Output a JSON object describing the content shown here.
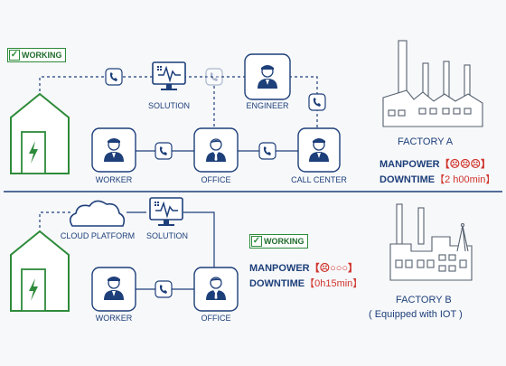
{
  "factory_a": {
    "status": "WORKING",
    "nodes": {
      "solution": "SOLUTION",
      "engineer": "ENGINEER",
      "worker": "WORKER",
      "office": "OFFICE",
      "call_center": "CALL CENTER"
    },
    "title": "FACTORY A",
    "manpower_label": "MANPOWER",
    "manpower_value": "【☹☹☹】",
    "downtime_label": "DOWNTIME",
    "downtime_value": "【2 h00min】"
  },
  "factory_b": {
    "status": "WORKING",
    "nodes": {
      "cloud_platform": "CLOUD PLATFORM",
      "solution": "SOLUTION",
      "worker": "WORKER",
      "office": "OFFICE"
    },
    "title": "FACTORY B",
    "subtitle": "( Equipped with IOT )",
    "manpower_label": "MANPOWER",
    "manpower_value": "【☹○○○】",
    "downtime_label": "DOWNTIME",
    "downtime_value": "【0h15min】"
  },
  "colors": {
    "navy": "#1d3f7a",
    "green": "#2e8b3a",
    "red": "#d0342c",
    "icon_gray": "#55606e"
  }
}
